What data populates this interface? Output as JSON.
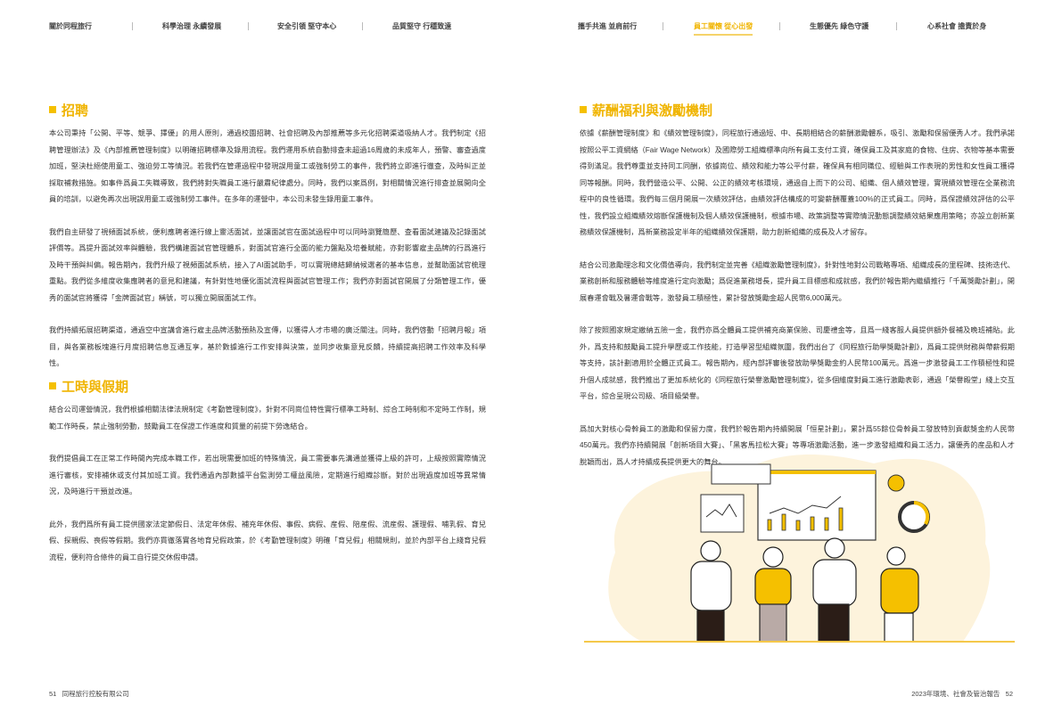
{
  "nav": {
    "left": [
      "關於同程旅行",
      "科學治理 永續發展",
      "安全引領 堅守本心",
      "品質堅守 行穩致遠"
    ],
    "right": [
      "攜手共進 並肩前行",
      "員工關懷 從心出發",
      "生態優先 綠色守護",
      "心系社會 擔責於身"
    ],
    "active": "員工關懷 從心出發"
  },
  "left": {
    "s1": {
      "title": "招聘",
      "paras": [
        "本公司秉持「公開、平等、競爭、擇優」的用人原則，通過校園招聘、社會招聘及內部推薦等多元化招聘渠道吸納人才。我們制定《招聘管理辦法》及《內部推薦管理制度》以明確招聘標準及錄用流程。我們運用系統自動排查未超過16周歲的未成年人，預警、審查過度加班，堅決杜絕使用童工、強迫勞工等情況。若我們在管運過程中發現誤用童工或強制勞工的事件，我們將立即進行徹查，及時糾正並採取補救措施。如事件爲員工失職導致，我們將對失職員工進行嚴肅紀律處分。同時，我們以案爲例，對相關情況進行排查並展開向全員的培訓，以避免再次出現誤用童工或強制勞工事件。在多年的運營中，本公司未發生錄用童工事件。",
        "我們自主研發了視頻面試系統，便利應聘者進行線上靈活面試，並讓面試官在面試過程中可以同時瀏覽簡歷、查看面試建議及記錄面試評價等。爲提升面試效率與體驗，我們構建面試官管理體系，對面試官進行全面的能力盤點及培養賦能，亦對影響雇主品牌的行爲進行及時干預與糾偏。報告期內，我們升級了視頻面試系統，接入了AI面試助手，可以實現總結歸納候選者的基本信息，並幫助面試官梳理重點。我們從多維度收集應聘者的意見和建議，有針對性地優化面試流程與面試官管理工作；我們亦對面試官開展了分類管理工作，優秀的面試官將獲得「金牌面試官」稱號，可以獨立開展面試工作。",
        "我們持續拓展招聘渠道，通過空中宣講會進行雇主品牌活動預熱及宣傳，以獲得人才市場的廣泛關注。同時，我們啓動「招聘月報」項目，與各業務板塊進行月度招聘信息互通互享，基於數據進行工作安排與決策，並同步收集意見反饋，持續提高招聘工作效率及科學性。"
      ]
    },
    "s2": {
      "title": "工時與假期",
      "paras": [
        "結合公司運營情況，我們根據相關法律法規制定《考勤管理制度》，針對不同崗位特性實行標準工時制、綜合工時制和不定時工作制，規範工作時長，禁止強制勞動，鼓勵員工在保證工作進度和質量的前提下勞逸結合。",
        "我們提倡員工在正常工作時間內完成本職工作，若出現需要加班的特殊情況，員工需要事先溝通並獲得上級的許可，上級按照實際情況進行審核，安排補休或支付其加班工資。我們通過內部數據平台監測勞工權益風險，定期進行組織診斷。對於出現過度加班等異常情況，及時進行干預並改進。",
        "此外，我們爲所有員工提供國家法定節假日、法定年休假、補充年休假、事假、病假、産假、陪産假、流産假、護理假、哺乳假、育兒假、探親假、喪假等假期。我們亦貫徹落實各地育兒假政策，於《考勤管理制度》明確「育兒假」相關規則，並於內部平台上綫育兒假流程，便利符合條件的員工自行提交休假申請。"
      ]
    }
  },
  "right": {
    "s1": {
      "title": "薪酬福利與激勵機制",
      "paras": [
        "依據《薪酬管理制度》和《績效管理制度》，同程旅行通過短、中、長期相結合的薪酬激勵體系，吸引、激勵和保留優秀人才。我們承諾按照公平工資網絡（Fair Wage Network）及國際勞工組織標準向所有員工支付工資，確保員工及其家庭的食物、住房、衣物等基本需要得到滿足。我們尊重並支持同工同酬，依據崗位、績效和能力等公平付薪，確保具有相同職位、經驗與工作表現的男性和女性員工獲得同等報酬。同時，我們營造公平、公開、公正的績效考核環境，通過自上而下的公司、組織、個人績效管理，實現績效管理在全業務流程中的良性循環。我們每三個月開展一次績效評估，由績效評估構成的可變薪酬覆蓋100%的正式員工。同時，爲保證績效評估的公平性，我們設立組織績效熔斷保護機制及個人績效保護機制，根據市場、政策調整等實際情況動態調整績效結果應用策略；亦設立創新業務績效保護機制，爲新業務設定半年的組織績效保護期，助力創新組織的成長及人才留存。",
        "結合公司激勵理念和文化價值導向，我們制定並完善《組織激勵管理制度》，針對性地對公司戰略專項、組織成長的里程碑、技術迭代、業務創新和服務體驗等維度進行定向激勵；爲促進業務增長，提升員工目標感和成就感，我們於報告期內繼續推行「千萬獎勵計劃」，開展春運會戰及暑運會戰等，激發員工積極性，累計發放獎勵金超人民幣6,000萬元。",
        "除了按照國家規定繳納五險一金，我們亦爲全體員工提供補充商業保險、司慶禮金等，且爲一綫客服人員提供額外餐補及晚班補貼。此外，爲支持和鼓勵員工提升學歷或工作技能，打造學習型組織氛圍，我們出台了《同程旅行助學獎勵計劃》，爲員工提供財務與帶薪假期等支持，該計劃適用於全體正式員工。報告期內，經內部評審後發放助學獎勵金約人民幣100萬元。爲進一步激發員工工作積極性和提升個人成就感，我們推出了更加系統化的《同程旅行榮譽激勵管理制度》，從多個維度對員工進行激勵表彰，通過「榮譽殿堂」綫上交互平台，綜合呈現公司級、項目級榮譽。",
        "爲加大對核心骨幹員工的激勵和保留力度，我們於報告期內持續開展「恒星計劃」，累計爲55餘位骨幹員工發放特別貢獻獎金約人民幣450萬元。我們亦持續開展「創新項目大賽」、「黑客馬拉松大賽」等專項激勵活動，進一步激發組織和員工活力，讓優秀的産品和人才脫穎而出，爲人才持續成長提供更大的舞台。"
      ]
    }
  },
  "footer": {
    "left_page": "51",
    "left_company": "同程旅行控股有限公司",
    "right_title": "2023年環境、社會及管治報告",
    "right_page": "52"
  },
  "colors": {
    "accent": "#f0b400",
    "illustration_bg": "#fdf3dc"
  }
}
